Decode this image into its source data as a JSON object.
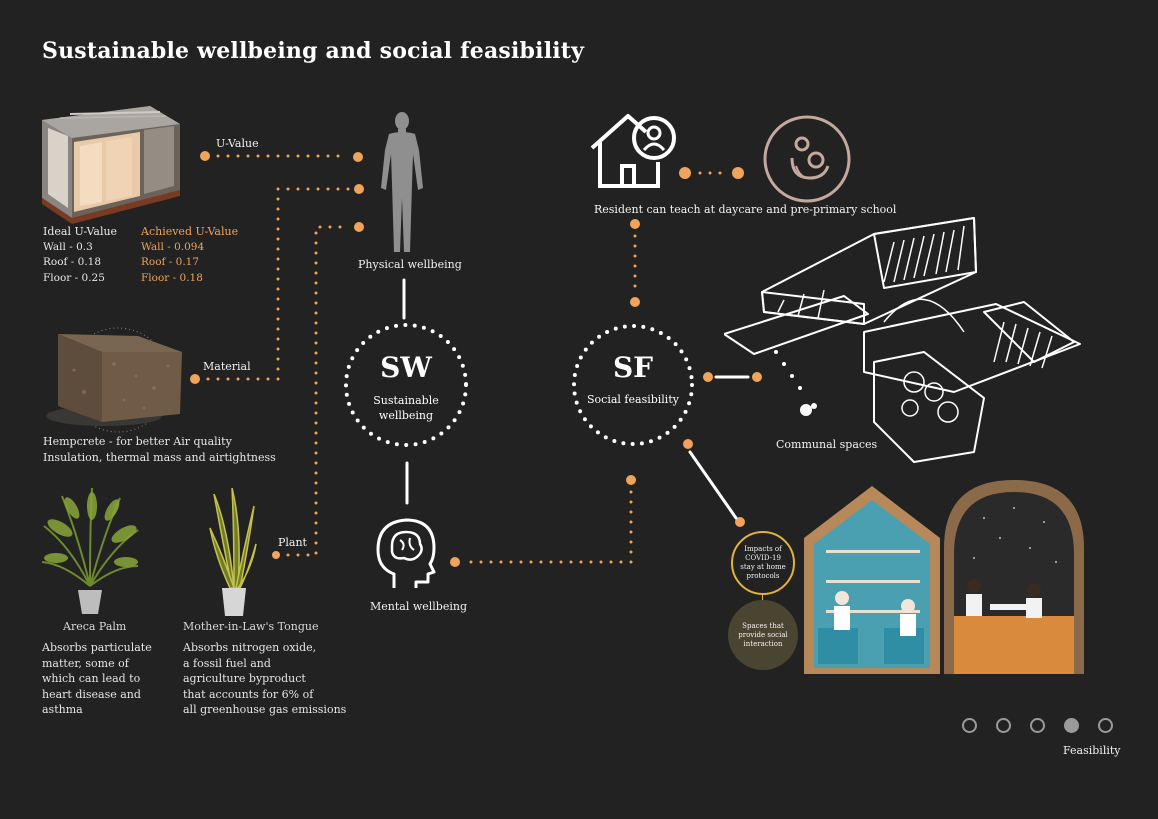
{
  "title": "Sustainable wellbeing and social feasibility",
  "uvalue": {
    "label": "U-Value",
    "ideal_heading": "Ideal U-Value",
    "ideal": [
      "Wall - 0.3",
      "Roof - 0.18",
      "Floor - 0.25"
    ],
    "achieved_heading": "Achieved U-Value",
    "achieved": [
      "Wall - 0.094",
      "Roof - 0.17",
      "Floor - 0.18"
    ]
  },
  "material": {
    "label": "Material",
    "caption_line1": "Hempcrete - for better Air quality",
    "caption_line2": "Insulation, thermal mass and airtightness"
  },
  "plant": {
    "label": "Plant",
    "areca_name": "Areca Palm",
    "areca_desc": [
      "Absorbs particulate",
      "matter, some of",
      "which can lead to",
      "heart disease and",
      "asthma"
    ],
    "snake_name": "Mother-in-Law's Tongue",
    "snake_desc": [
      "Absorbs nitrogen oxide,",
      "a fossil fuel and",
      "agriculture byproduct",
      "that accounts for 6% of",
      "all greenhouse gas emissions"
    ]
  },
  "physical": {
    "label": "Physical wellbeing"
  },
  "mental": {
    "label": "Mental wellbeing"
  },
  "sw": {
    "letters": "SW",
    "line1": "Sustainable",
    "line2": "wellbeing"
  },
  "sf": {
    "letters": "SF",
    "label": "Social feasibility"
  },
  "resident": {
    "label": "Resident can teach at daycare and pre-primary school"
  },
  "communal": {
    "label": "Communal spaces"
  },
  "bubbles": {
    "covid": "Impacts of COVID-19 stay at home protocols",
    "social": "Spaces that provide social interaction"
  },
  "nav": {
    "active_index": 3,
    "count": 5,
    "label": "Feasibility"
  },
  "colors": {
    "accent": "#f0a35a",
    "background": "#222222",
    "sf_icon": "#c4a89c",
    "bubble": "#4a4530"
  }
}
